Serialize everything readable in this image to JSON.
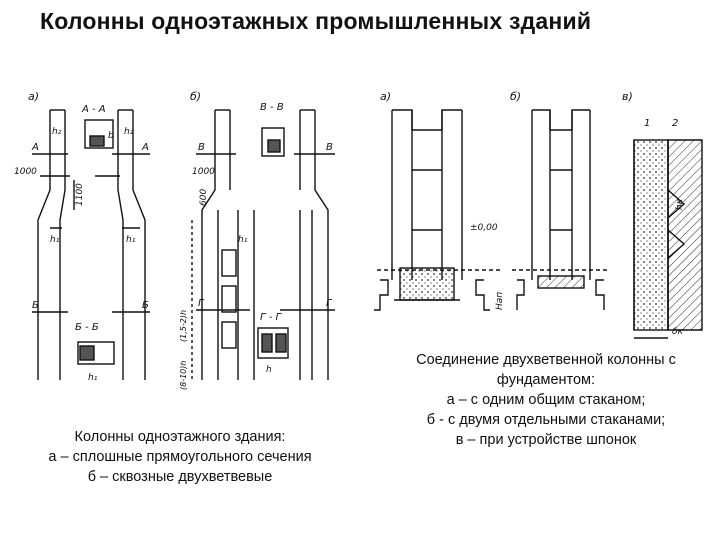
{
  "title": "Колонны одноэтажных промышленных зданий",
  "left_caption": [
    "Колонны одноэтажного здания:",
    "а – сплошные прямоугольного сечения",
    "б – сквозные двухветвевые"
  ],
  "right_caption": [
    "Соединение двухветвенной колонны с",
    "фундаментом:",
    "а – с одним общим стаканом;",
    "б - с двумя отдельными стаканами;",
    "в – при устройстве шпонок"
  ],
  "left_drawing": {
    "panel_a_label": "а)",
    "panel_b_label": "б)",
    "section_aa": "А - А",
    "section_bb": "Б - Б",
    "section_vv": "В - В",
    "section_gg": "Г - Г",
    "mark_a": "А",
    "mark_b": "Б",
    "mark_v": "В",
    "mark_g": "Г",
    "dim_1000": "1000",
    "dim_1100": "1100",
    "dim_600": "600",
    "h1": "h₁",
    "h2": "h₂",
    "h": "h",
    "b": "b",
    "range_1": "(1,5-2)h",
    "range_2": "(8-10)h"
  },
  "right_drawing": {
    "panel_a_label": "а)",
    "panel_b_label": "б)",
    "panel_v_label": "в)",
    "level": "±0,00",
    "h_an": "Hап",
    "h_k": "hк",
    "b_k": "δк",
    "num_1": "1",
    "num_2": "2"
  }
}
